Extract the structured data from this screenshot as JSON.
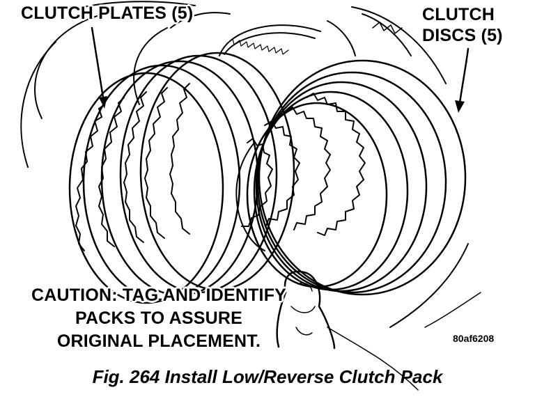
{
  "labels": {
    "clutch_plates": "CLUTCH PLATES (5)",
    "clutch_discs_line1": "CLUTCH",
    "clutch_discs_line2": "DISCS (5)",
    "caution_line1": "CAUTION: TAG AND IDENTIFY",
    "caution_line2": "PACKS TO ASSURE",
    "caution_line3": "ORIGINAL PLACEMENT.",
    "image_code": "80af6208"
  },
  "caption": "Fig. 264 Install Low/Reverse Clutch Pack",
  "colors": {
    "ink": "#000000",
    "paper": "#ffffff"
  }
}
